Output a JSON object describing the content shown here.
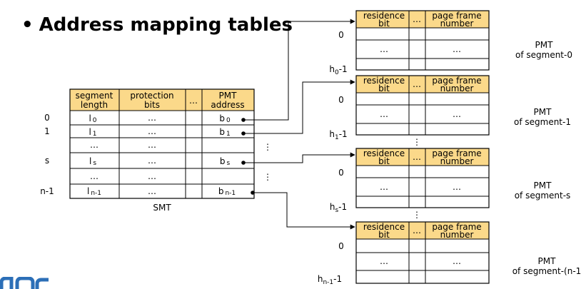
{
  "title": {
    "bullet": "•",
    "text": "Address mapping tables"
  },
  "smt": {
    "headers": [
      [
        "segment",
        "length"
      ],
      [
        "protection",
        "bits"
      ],
      [
        "…"
      ],
      [
        "PMT",
        "address"
      ]
    ],
    "row_labels": [
      "0",
      "1",
      "",
      "s",
      "",
      "n-1"
    ],
    "rows": [
      {
        "length": "l",
        "length_sub": "0",
        "prot": "…",
        "addr": "b",
        "addr_sub": "0"
      },
      {
        "length": "l",
        "length_sub": "1",
        "prot": "…",
        "addr": "b",
        "addr_sub": "1"
      },
      {
        "length": "…",
        "length_sub": "",
        "prot": "…",
        "addr": "",
        "addr_sub": ""
      },
      {
        "length": "l",
        "length_sub": "s",
        "prot": "…",
        "addr": "b",
        "addr_sub": "s"
      },
      {
        "length": "…",
        "length_sub": "",
        "prot": "…",
        "addr": "",
        "addr_sub": ""
      },
      {
        "length": "l",
        "length_sub": "n-1",
        "prot": "…",
        "addr": "b",
        "addr_sub": "n-1"
      }
    ],
    "caption": "SMT",
    "vdots": "⋮"
  },
  "pmts": [
    {
      "first_row": "0",
      "last_row": "h",
      "last_sub": "0",
      "last_suffix": "-1",
      "caption1": "PMT",
      "caption2": "of segment-0"
    },
    {
      "first_row": "0",
      "last_row": "h",
      "last_sub": "1",
      "last_suffix": "-1",
      "caption1": "PMT",
      "caption2": "of segment-1"
    },
    {
      "first_row": "0",
      "last_row": "h",
      "last_sub": "s",
      "last_suffix": "-1",
      "caption1": "PMT",
      "caption2": "of segment-s"
    },
    {
      "first_row": "0",
      "last_row": "h",
      "last_sub": "n-1",
      "last_suffix": "-1",
      "caption1": "PMT",
      "caption2": "of segment-(n-1"
    }
  ],
  "pmt_headers": {
    "col1": [
      "residence",
      "bit"
    ],
    "col2": "…",
    "col3": [
      "page frame",
      "number"
    ],
    "ellipsis": "…"
  },
  "colors": {
    "header_fill": "#fbd98a",
    "line": "#000000",
    "background": "#ffffff"
  }
}
